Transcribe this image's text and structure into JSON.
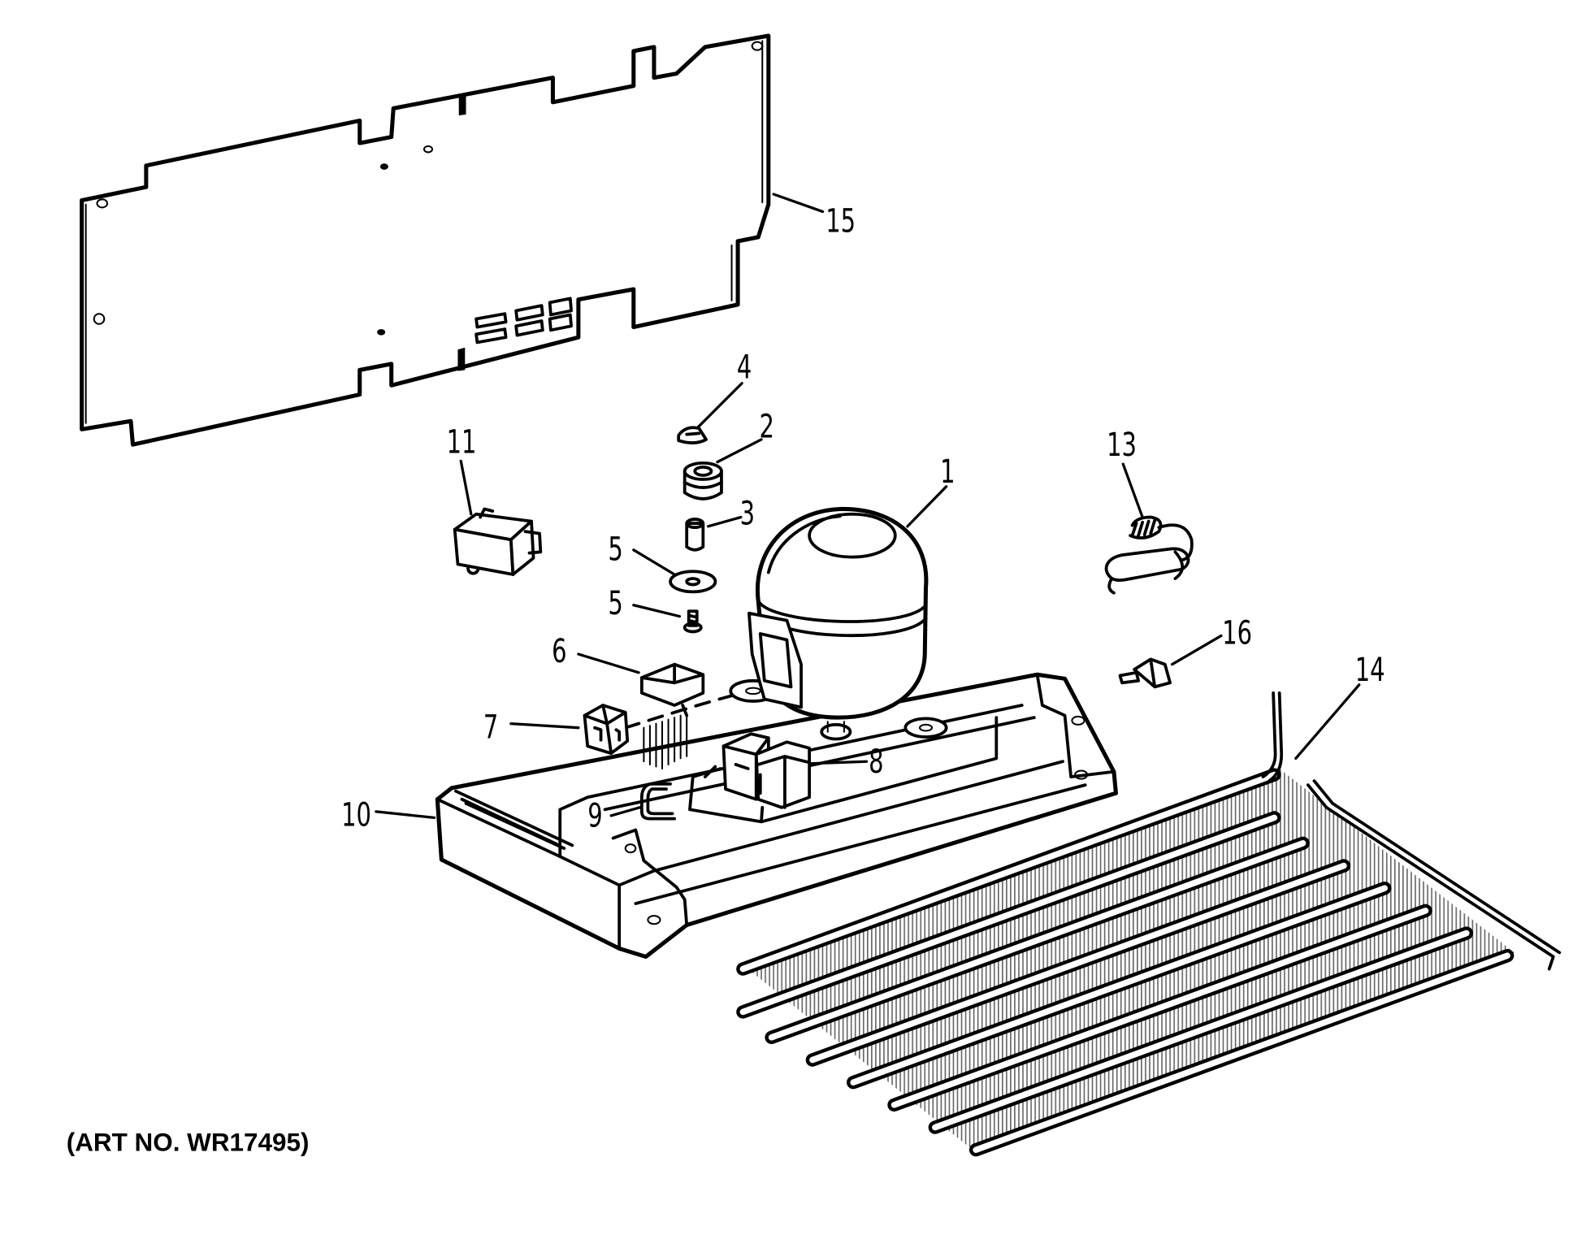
{
  "callouts": {
    "p1": "1",
    "p2": "2",
    "p3": "3",
    "p4": "4",
    "p5a": "5",
    "p5b": "5",
    "p6": "6",
    "p7": "7",
    "p8": "8",
    "p9": "9",
    "p10": "10",
    "p11": "11",
    "p13": "13",
    "p14": "14",
    "p15": "15",
    "p16": "16"
  },
  "art_number": "(ART NO. WR17495)",
  "colors": {
    "ink": "#000000",
    "background": "#ffffff"
  }
}
